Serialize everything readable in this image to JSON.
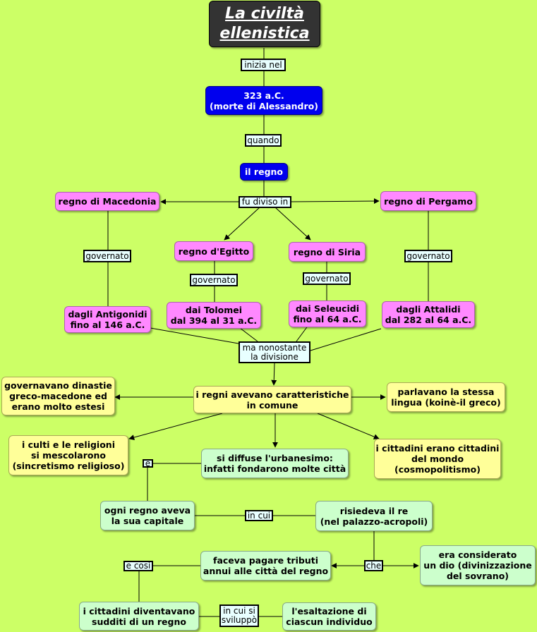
{
  "title": "La civiltà\nellenistica",
  "nodes": {
    "date": "323 a.C.\n(morte di Alessandro)",
    "regno": "il regno",
    "macedonia": "regno di Macedonia",
    "pergamo": "regno di Pergamo",
    "egitto": "regno d'Egitto",
    "siria": "regno di Siria",
    "antigonidi": "dagli Antigonidi\nfino al 146 a.C.",
    "tolomei": "dai Tolomei\ndal 394 al 31 a.C.",
    "seleucidi": "dai Seleucidi\nfino al 64 a.C.",
    "attalidi": "dagli Attalidi\ndal 282 al 64 a.C.",
    "comune": "i regni avevano caratteristiche\nin comune",
    "dinastie": "governavano dinastie\ngreco-macedone ed\nerano molto estesi",
    "lingua": "parlavano la stessa\nlingua (koinè-il greco)",
    "culti": "i culti e le religioni\nsi mescolarono\n(sincretismo religioso)",
    "urbanesimo": "si diffuse l'urbanesimo:\ninfatti fondarono molte città",
    "cosmopolitismo": "i cittadini erano cittadini\ndel mondo\n(cosmopolitismo)",
    "capitale": "ogni regno aveva\nla sua capitale",
    "re": "risiedeva il re\n(nel palazzo-acropoli)",
    "tributi": "faceva pagare tributi\nannui alle città del regno",
    "dio": "era considerato\nun dio (divinizzazione\ndel sovrano)",
    "sudditi": "i cittadini diventavano\nsudditi di un regno",
    "esaltazione": "l'esaltazione di\nciascun individuo"
  },
  "labels": {
    "inizia": "inizia nel",
    "quando": "quando",
    "diviso": "fu diviso in",
    "gov1": "governato",
    "gov2": "governato",
    "gov3": "governato",
    "gov4": "governato",
    "nonostante": "ma nonostante\nla divisione",
    "e": "e",
    "incui": "in cui",
    "che": "che",
    "ecosi": "e così",
    "incuisi": "in cui si\nsviluppò"
  }
}
